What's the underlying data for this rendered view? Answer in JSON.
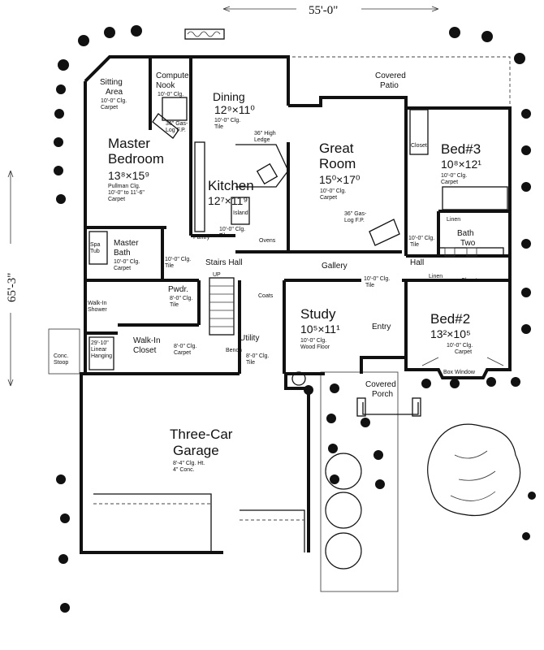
{
  "dimensions": {
    "width": "55'-0\"",
    "depth": "65'-3\""
  },
  "rooms": {
    "sitting": {
      "name_1": "Sitting",
      "name_2": "Area",
      "info_1": "10'-0\" Clg.",
      "info_2": "Carpet"
    },
    "computer": {
      "name_1": "Computer",
      "name_2": "Nook",
      "info_1": "10'-0\" Clg."
    },
    "dining": {
      "name": "Dining",
      "size": "12⁹×11⁰",
      "info_1": "10'-0\" Clg.",
      "info_2": "Tile"
    },
    "patio": {
      "name_1": "Covered",
      "name_2": "Patio"
    },
    "master_bedroom": {
      "name_1": "Master",
      "name_2": "Bedroom",
      "size": "13⁸×15⁹",
      "info_1": "Pullman Clg.",
      "info_2": "10'-0\" to 11'-6\"",
      "info_3": "Carpet",
      "fireplace_1": "36\" Gas-",
      "fireplace_2": "Log F.P."
    },
    "kitchen": {
      "name": "Kitchen",
      "size": "12⁷×11⁹",
      "info_1": "10'-0\" Clg.",
      "info_2": "Tile",
      "ledge_1": "36\" High",
      "ledge_2": "Ledge",
      "island": "Island",
      "pantry": "Pantry",
      "ovens": "Ovens"
    },
    "great_room": {
      "name_1": "Great",
      "name_2": "Room",
      "size": "15⁰×17⁰",
      "info_1": "10'-0\" Clg.",
      "info_2": "Carpet",
      "fireplace_1": "36\" Gas-",
      "fireplace_2": "Log F.P."
    },
    "bed3": {
      "name": "Bed#3",
      "size": "10⁸×12¹",
      "info_1": "10'-0\" Clg.",
      "info_2": "Carpet",
      "closet": "Closet"
    },
    "linen_upper": {
      "name": "Linen"
    },
    "bath_two": {
      "name_1": "Bath",
      "name_2": "Two",
      "info_1": "10'-0\" Clg.",
      "info_2": "Tile"
    },
    "spa": {
      "name_1": "Spa",
      "name_2": "Tub"
    },
    "master_bath": {
      "name_1": "Master",
      "name_2": "Bath",
      "info_1": "10'-0\" Clg.",
      "info_2": "Carpet"
    },
    "stairs_hall": {
      "name": "Stairs  Hall",
      "info": "10'-0\" Clg.",
      "tile": "Tile",
      "up": "UP"
    },
    "gallery": {
      "name": "Gallery",
      "info_1": "10'-0\" Clg.",
      "info_2": "Tile"
    },
    "hall_right": {
      "name": "Hall"
    },
    "linen_lower": {
      "name": "Linen"
    },
    "closet_lower": {
      "name": "Closet"
    },
    "pwdr": {
      "name": "Pwdr.",
      "info_1": "8'-0\" Clg.",
      "info_2": "Tile"
    },
    "coats": {
      "name": "Coats"
    },
    "walk_in_shower": {
      "name_1": "Walk-In",
      "name_2": "Shower"
    },
    "study": {
      "name": "Study",
      "size": "10⁵×11¹",
      "info_1": "10'-0\" Clg.",
      "info_2": "Wood Floor"
    },
    "entry": {
      "name": "Entry"
    },
    "bed2": {
      "name": "Bed#2",
      "size": "13²×10⁵",
      "info_1": "10'-0\" Clg.",
      "info_2": "Carpet",
      "window": "Box Window"
    },
    "linear": {
      "line_1": "29'-10\"",
      "line_2": "Linear",
      "line_3": "Hanging"
    },
    "walk_in_closet": {
      "name_1": "Walk-In",
      "name_2": "Closet",
      "info_1": "8'-0\" Clg.",
      "info_2": "Carpet"
    },
    "utility": {
      "name": "Utility",
      "bench": "Bench",
      "info_1": "8'-0\" Clg.",
      "info_2": "Tile"
    },
    "stoop": {
      "name_1": "Conc.",
      "name_2": "Stoop"
    },
    "porch": {
      "name_1": "Covered",
      "name_2": "Porch"
    },
    "garage": {
      "name_1": "Three-Car",
      "name_2": "Garage",
      "info_1": "8'-4\" Clg. Ht.",
      "info_2": "4\" Conc."
    }
  }
}
